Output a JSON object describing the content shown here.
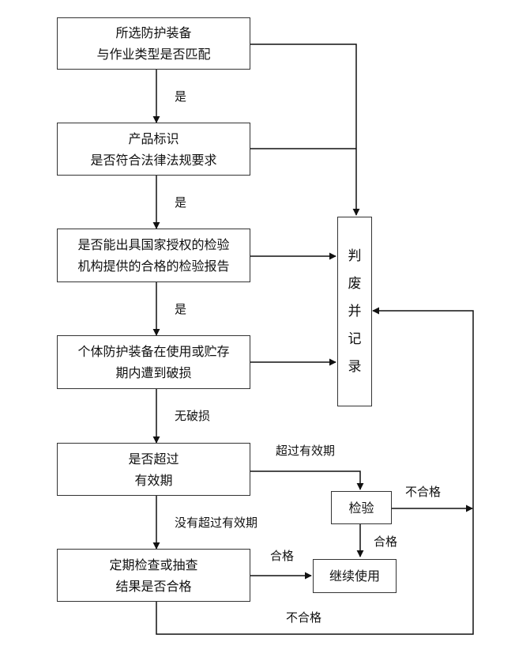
{
  "boxes": {
    "b1": [
      "所选防护装备",
      "与作业类型是否匹配"
    ],
    "b2": [
      "产品标识",
      "是否符合法律法规要求"
    ],
    "b3": [
      "是否能出具国家授权的检验",
      "机构提供的合格的检验报告"
    ],
    "b4": [
      "个体防护装备在使用或贮存",
      "期内遭到破损"
    ],
    "b5": [
      "是否超过",
      "有效期"
    ],
    "b6": [
      "定期检查或抽查",
      "结果是否合格"
    ],
    "inspect": "检验",
    "continue": "继续使用",
    "reject": [
      "判",
      "废",
      "并",
      "记",
      "录"
    ]
  },
  "labels": {
    "yes1": "是",
    "yes2": "是",
    "yes3": "是",
    "no_damage": "无破损",
    "expired": "超过有效期",
    "not_expired": "没有超过有效期",
    "inspect_fail": "不合格",
    "inspect_pass": "合格",
    "check_pass": "合格",
    "check_fail": "不合格"
  }
}
